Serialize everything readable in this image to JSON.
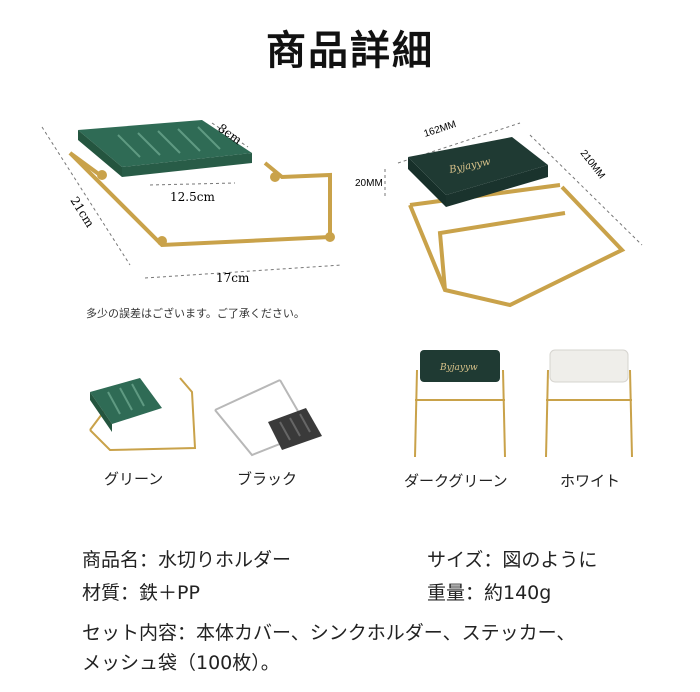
{
  "header": {
    "title": "商品詳細"
  },
  "left_dims": {
    "depth": "8cm",
    "inner_width": "12.5cm",
    "side": "21cm",
    "width": "17cm"
  },
  "right_dims": {
    "width": "162MM",
    "length": "210MM",
    "height": "20MM"
  },
  "brand_mark": "Byjayyw",
  "note": "多少の誤差はございます。ご了承ください。",
  "colors": {
    "green": "#2f6b55",
    "black": "#3a3a3a",
    "dark_green": "#1f3a33",
    "white": "#efeeea",
    "gold": "#c9a24a",
    "silver": "#b8b8b8"
  },
  "variants": [
    {
      "label": "グリーン"
    },
    {
      "label": "ブラック"
    },
    {
      "label": "ダークグリーン"
    },
    {
      "label": "ホワイト"
    }
  ],
  "specs": {
    "name": "商品名：水切りホルダー",
    "size": "サイズ：図のように",
    "material": "材質：鉄＋PP",
    "weight": "重量：約140g",
    "set_line1": "セット内容：本体カバー、シンクホルダー、ステッカー、",
    "set_line2": "メッシュ袋（100枚）。"
  }
}
